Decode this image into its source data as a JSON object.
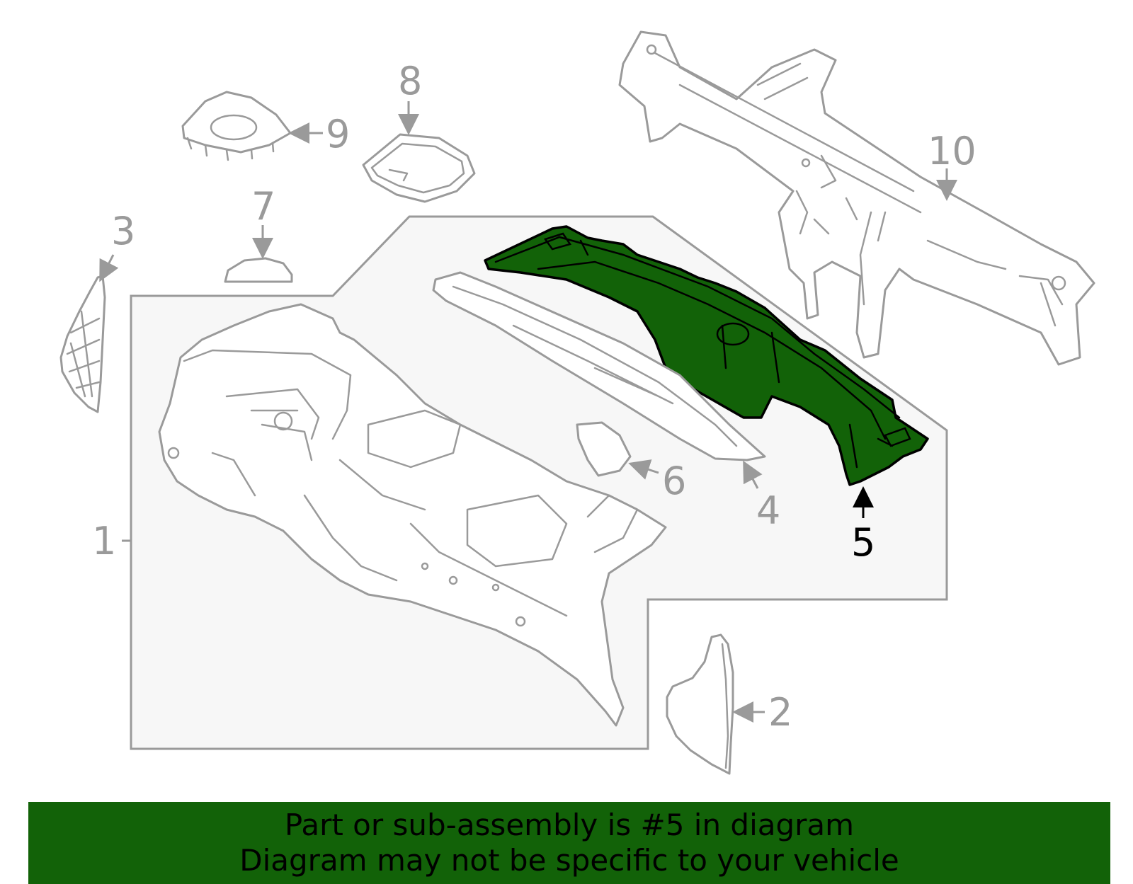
{
  "callouts": {
    "c1": "1",
    "c2": "2",
    "c3": "3",
    "c4": "4",
    "c5": "5",
    "c6": "6",
    "c7": "7",
    "c8": "8",
    "c9": "9",
    "c10": "10"
  },
  "highlighted_part": "5",
  "colors": {
    "highlight": "#126208",
    "outline": "#9a9a9a",
    "box_fill": "#f7f7f7"
  },
  "banner": {
    "line1": "Part or sub-assembly is #5 in diagram",
    "line2": "Diagram may not be specific to your vehicle"
  }
}
